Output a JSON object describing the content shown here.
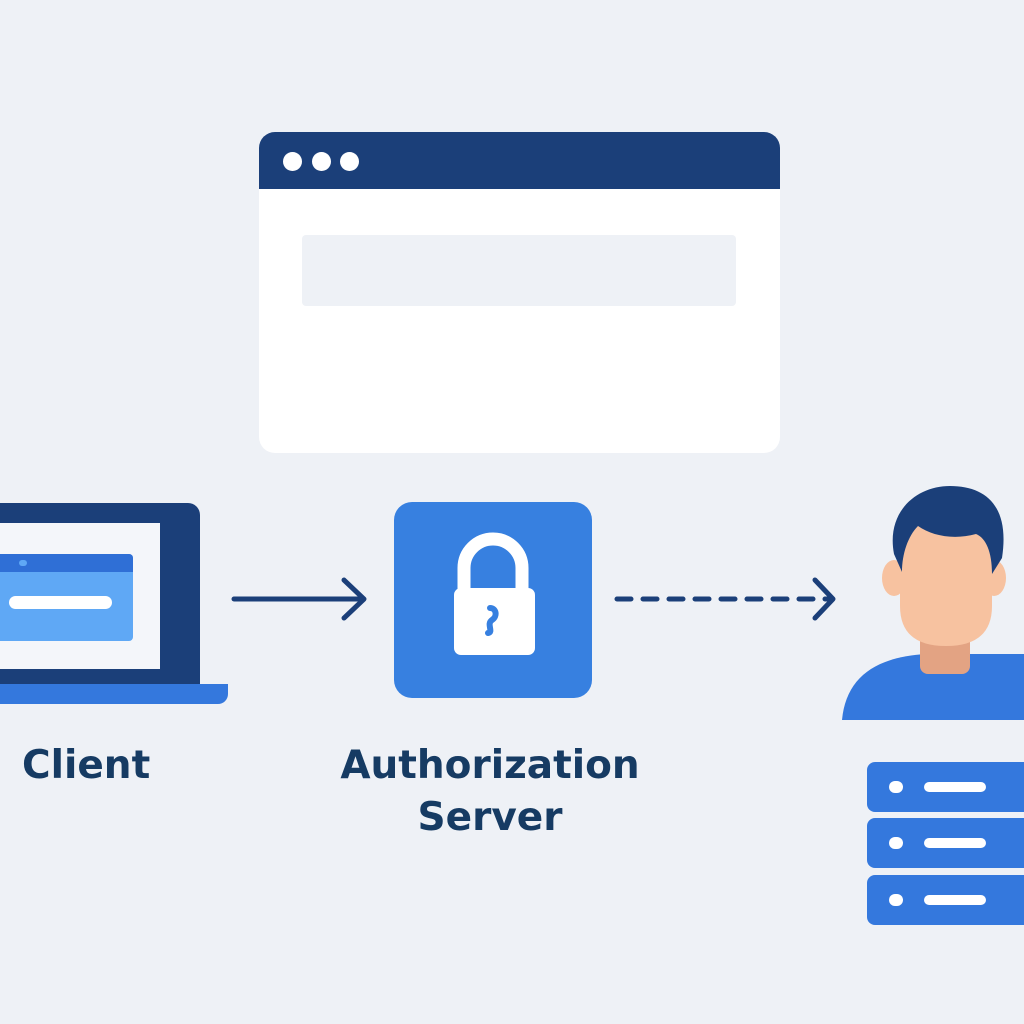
{
  "labels": {
    "client": "Client",
    "authorization_server_line1": "Authorization",
    "authorization_server_line2": "Server"
  },
  "icons": {
    "client": "laptop-icon",
    "authorization_server": "lock-icon",
    "user": "user-avatar-icon",
    "resource": "server-stack-icon",
    "browser": "browser-window-icon"
  },
  "arrows": {
    "client_to_authorization_server": "solid",
    "authorization_server_to_user": "dashed"
  },
  "colors": {
    "background": "#eef1f6",
    "navy": "#1b3f79",
    "primary_blue": "#3478dd",
    "light_blue": "#5fa8f5",
    "text": "#163b63",
    "skin": "#f7c2a0",
    "skin_shadow": "#e3a383"
  }
}
